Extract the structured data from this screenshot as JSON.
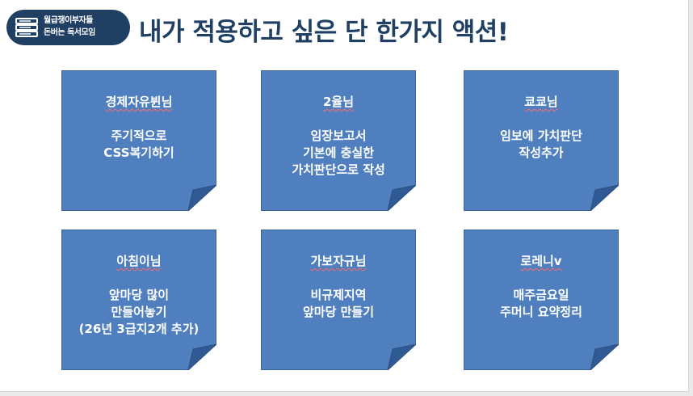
{
  "badge": {
    "icon": "books-icon",
    "line1": "월급쟁이부자들",
    "line2": "돈버는 독서모임"
  },
  "title": "내가 적용하고 싶은 단 한가지 액션!",
  "notes": [
    {
      "author": "경제자유뷘님",
      "lines": [
        "주기적으로",
        "CSS복기하기"
      ]
    },
    {
      "author": "2율님",
      "lines": [
        "임장보고서",
        "기본에 충실한",
        "가치판단으로 작성"
      ]
    },
    {
      "author": "쿄쿄님",
      "lines": [
        "임보에 가치판단",
        "작성추가"
      ]
    },
    {
      "author": "아침이님",
      "lines": [
        "앞마당 많이",
        "만들어놓기",
        "(26년 3급지2개 추가)"
      ]
    },
    {
      "author": "가보자규님",
      "lines": [
        "비규제지역",
        "앞마당 만들기"
      ]
    },
    {
      "author": "로레니v",
      "lines": [
        "매주금요일",
        "주머니 요약정리"
      ]
    }
  ],
  "colors": {
    "note": "#4f7fbf",
    "note_fold": "#2f5a93",
    "title": "#1f3f63"
  }
}
